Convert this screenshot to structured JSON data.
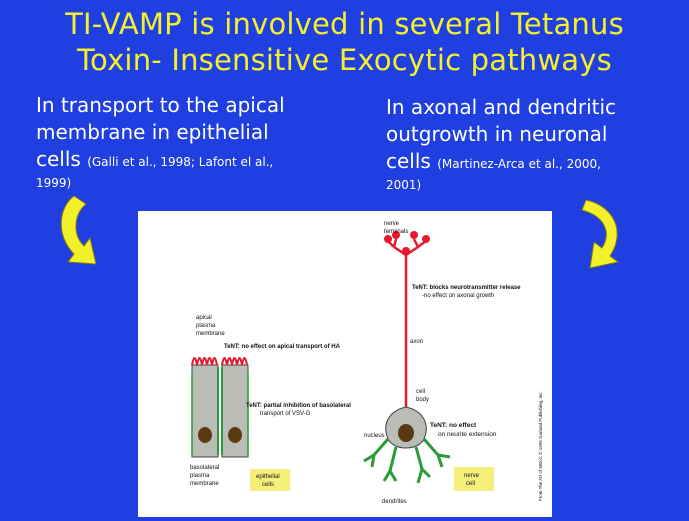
{
  "title": {
    "line1": "TI-VAMP is involved in several Tetanus",
    "line2": "Toxin- Insensitive Exocytic pathways"
  },
  "left": {
    "l1": "In transport to the apical",
    "l2": "membrane in epithelial",
    "l3": "cells",
    "cite_a": "(Galli et al., 1998; Lafont el al.,",
    "cite_b": "1999)"
  },
  "right": {
    "l1": "In axonal and dendritic",
    "l2": "outgrowth in neuronal",
    "l3": "cells",
    "cite_a": "(Martinez-Arca et al., 2000,",
    "cite_b": "2001)"
  },
  "figure": {
    "nerve_terminals_1": "nerve",
    "nerve_terminals_2": "terminals",
    "tent_blocks_1": "TeNT: blocks neurotransmitter release",
    "tent_blocks_2": "-no effect on axonal growth",
    "apical_1": "apical",
    "apical_2": "plasma",
    "apical_3": "membrane",
    "tent_apical": "TeNT: no effect on apical transport of HA",
    "axon": "axon",
    "tent_partial_1": "TeNT: partial inhibition of basolateral",
    "tent_partial_2": "transport of VSV-G",
    "cell_body_1": "cell",
    "cell_body_2": "body",
    "nucleus": "nucleus",
    "tent_neurite_1": "TeNT: no effect",
    "tent_neurite_2": "on neurite extension",
    "baso_1": "basolateral",
    "baso_2": "plasma",
    "baso_3": "membrane",
    "epi_1": "epithelial",
    "epi_2": "cells",
    "nerve_1": "nerve",
    "nerve_2": "cell",
    "dendrites": "dendrites",
    "credit_1": "From The Art of MBoC © 1995 Garland Publishing, Inc."
  },
  "colors": {
    "background": "#1f3fe0",
    "title": "#f4f02a",
    "arrow": "#f2ef2b",
    "axon": "#e8192c",
    "cell_fill": "#b9bdb6",
    "dendrite": "#2a9a3a",
    "label_box": "#f3ef7a"
  }
}
